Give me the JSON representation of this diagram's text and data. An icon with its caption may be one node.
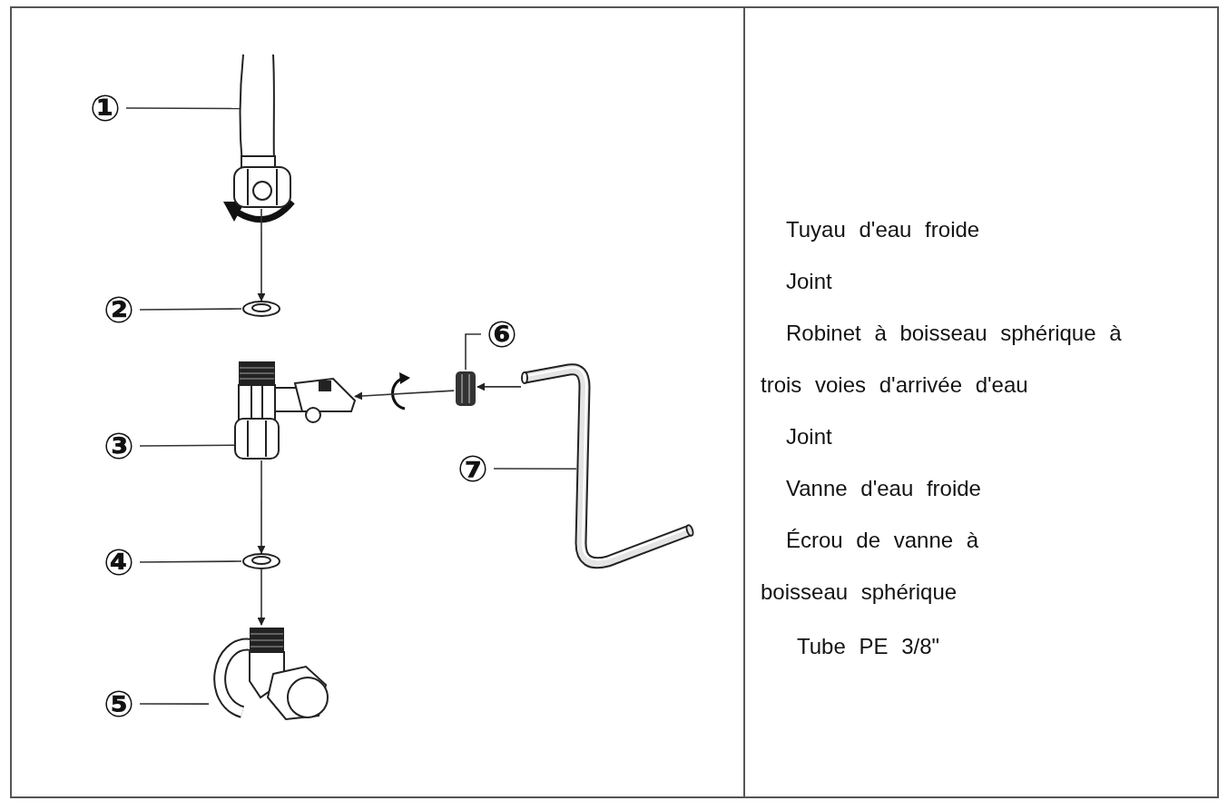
{
  "diagram": {
    "nodes": [
      {
        "text": [
          "①"
        ]
      },
      {
        "text": [],
        "shape": "picture"
      },
      {
        "text": [
          "②"
        ]
      },
      {
        "text": [],
        "shape": "picture"
      },
      {
        "text": [
          "③"
        ]
      },
      {
        "text": [],
        "shape": "picture"
      },
      {
        "text": [
          "④"
        ]
      },
      {
        "text": [],
        "shape": "picture"
      },
      {
        "text": [
          "⑤"
        ]
      },
      {
        "text": [],
        "shape": "picture"
      },
      {
        "text": [
          "⑥"
        ]
      },
      {
        "text": [],
        "shape": "picture"
      },
      {
        "text": [
          "⑦"
        ]
      },
      {
        "text": [],
        "shape": "picture"
      }
    ],
    "edges": [
      {
        "from": 0,
        "to": 1,
        "arrow": "none"
      },
      {
        "from": 1,
        "to": 3,
        "arrow": "to"
      },
      {
        "from": 2,
        "to": 3,
        "arrow": "none"
      },
      {
        "from": 4,
        "to": 5,
        "arrow": "none"
      },
      {
        "from": 5,
        "to": 7,
        "arrow": "to"
      },
      {
        "from": 6,
        "to": 7,
        "arrow": "none"
      },
      {
        "from": 7,
        "to": 9,
        "arrow": "to"
      },
      {
        "from": 8,
        "to": 9,
        "arrow": "none"
      },
      {
        "from": 10,
        "to": 11,
        "arrow": "none"
      },
      {
        "from": 11,
        "to": 5,
        "arrow": "to"
      },
      {
        "from": 13,
        "to": 11,
        "arrow": "to"
      },
      {
        "from": 12,
        "to": 13,
        "arrow": "none"
      }
    ],
    "labels": [
      "Tuyau d'eau froide",
      "Joint",
      "Robinet à boisseau sphérique à trois voies d'arrivée d'eau",
      "Joint",
      "Vanne d'eau froide",
      "Écrou de vanne à boisseau sphérique",
      "Tube PE 3/8\""
    ]
  }
}
